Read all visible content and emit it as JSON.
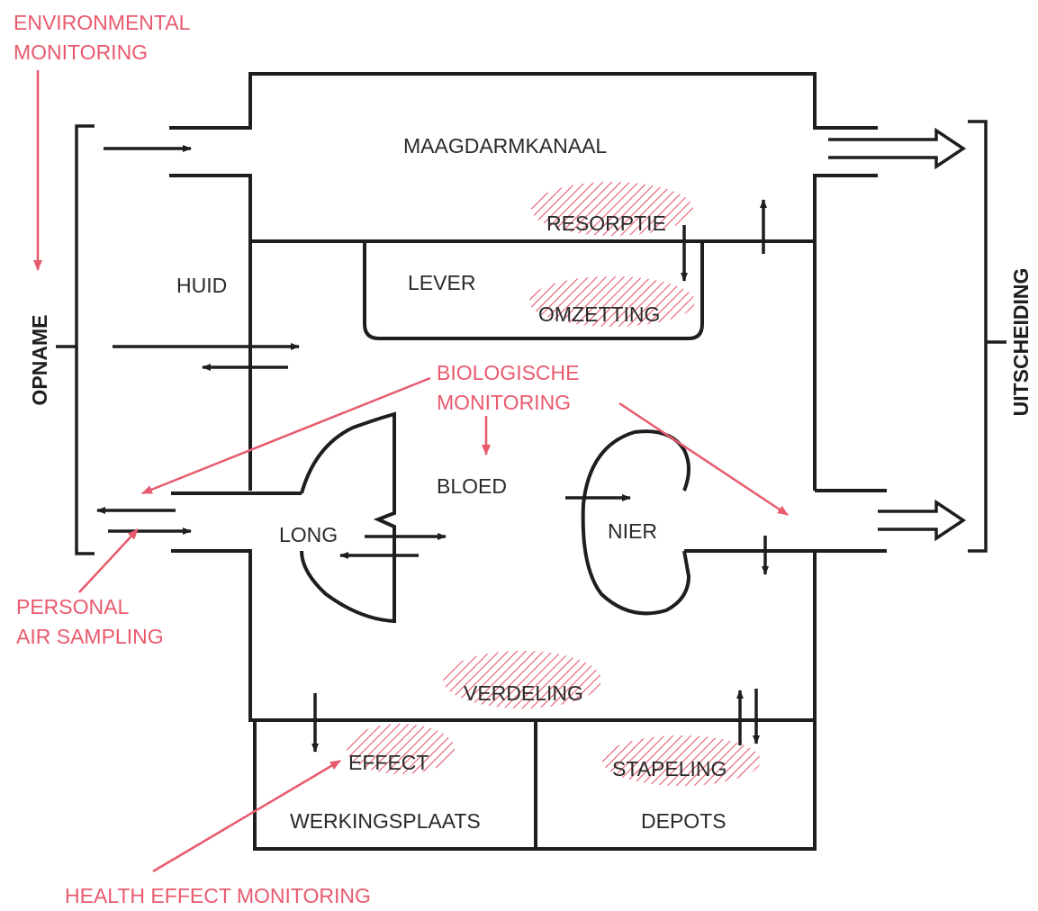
{
  "colors": {
    "ink": "#1e1e1e",
    "accent": "#e85a6e"
  },
  "labels": {
    "environmental_monitoring_1": "ENVIRONMENTAL",
    "environmental_monitoring_2": "MONITORING",
    "maagdarmkanaal": "MAAGDARMKANAAL",
    "resorptie": "RESORPTIE",
    "huid": "HUID",
    "lever": "LEVER",
    "omzetting": "OMZETTING",
    "biologische_1": "BIOLOGISCHE",
    "biologische_2": "MONITORING",
    "bloed": "BLOED",
    "long": "LONG",
    "nier": "NIER",
    "personal_1": "PERSONAL",
    "personal_2": "AIR SAMPLING",
    "verdeling": "VERDELING",
    "effect": "EFFECT",
    "stapeling": "STAPELING",
    "werkingsplaats": "WERKINGSPLAATS",
    "depots": "DEPOTS",
    "health_effect": "HEALTH EFFECT MONITORING",
    "opname": "OPNAME",
    "uitscheiding": "UITSCHEIDING"
  }
}
